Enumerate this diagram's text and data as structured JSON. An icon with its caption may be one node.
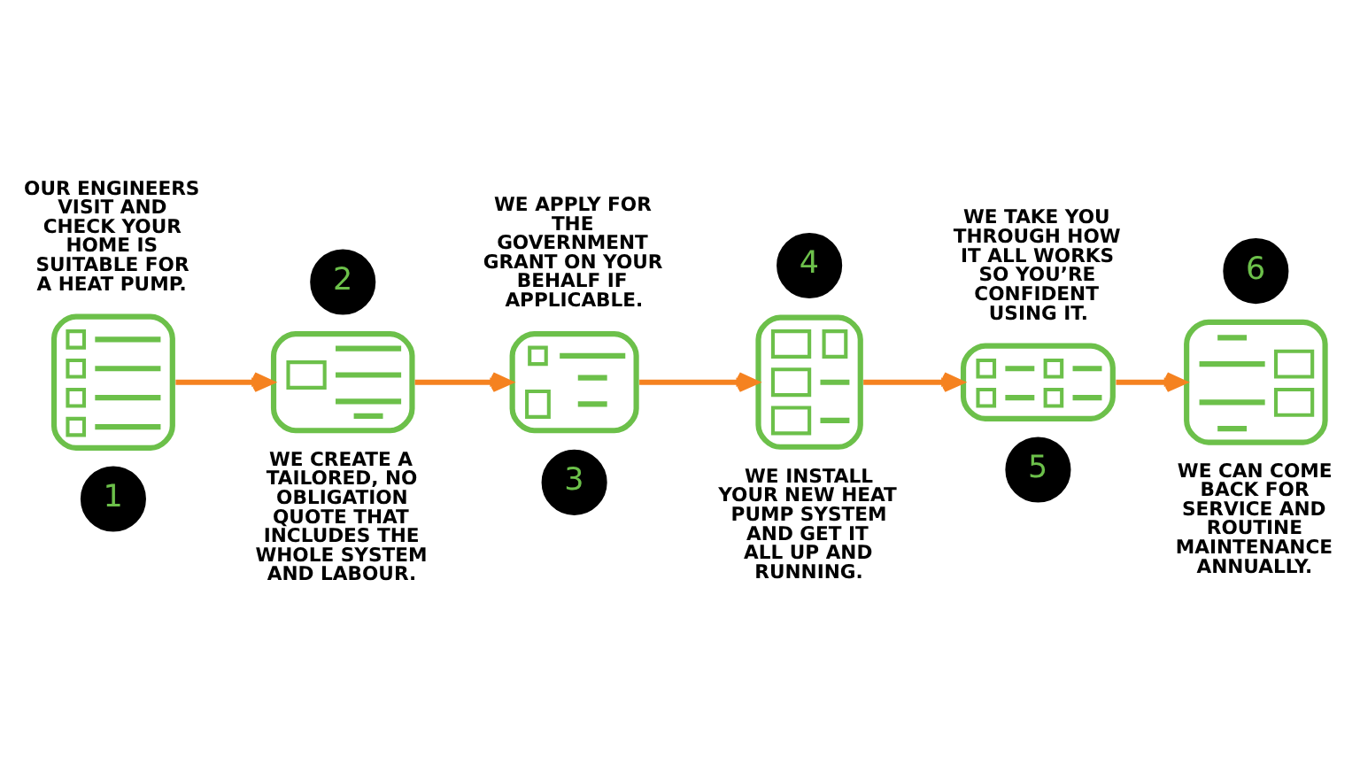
{
  "diagram": {
    "nodes": [
      {
        "text": [],
        "shape": "picture",
        "beside": [
          "OUR ENGINEERS VISIT AND CHECK YOUR HOME IS SUITABLE FOR A HEAT PUMP."
        ]
      },
      {
        "text": [
          "1"
        ]
      },
      {
        "text": [],
        "shape": "picture",
        "beside": [
          "WE CREATE A TAILORED, NO OBLIGATION QUOTE THAT INCLUDES THE WHOLE SYSTEM AND LABOUR."
        ]
      },
      {
        "text": [
          "2"
        ]
      },
      {
        "text": [],
        "shape": "picture",
        "beside": [
          "WE APPLY FOR THE GOVERNMENT GRANT ON YOUR BEHALF IF APPLICABLE."
        ]
      },
      {
        "text": [
          "3"
        ]
      },
      {
        "text": [],
        "shape": "picture",
        "beside": [
          "WE INSTALL YOUR NEW HEAT PUMP SYSTEM AND GET IT ALL UP AND RUNNING."
        ]
      },
      {
        "text": [
          "4"
        ]
      },
      {
        "text": [],
        "shape": "picture",
        "beside": [
          "WE TAKE YOU THROUGH HOW IT ALL WORKS SO YOU’RE CONFIDENT USING IT."
        ]
      },
      {
        "text": [
          "5"
        ]
      },
      {
        "text": [],
        "shape": "picture",
        "beside": [
          "WE CAN COME BACK FOR SERVICE AND ROUTINE MAINTENANCE ANNUALLY."
        ]
      },
      {
        "text": [
          "6"
        ]
      }
    ],
    "edges": [
      {
        "from": 0,
        "to": 2,
        "arrow": "to"
      },
      {
        "from": 2,
        "to": 4,
        "arrow": "to"
      },
      {
        "from": 4,
        "to": 6,
        "arrow": "to"
      },
      {
        "from": 6,
        "to": 8,
        "arrow": "to"
      },
      {
        "from": 8,
        "to": 10,
        "arrow": "to"
      }
    ]
  }
}
